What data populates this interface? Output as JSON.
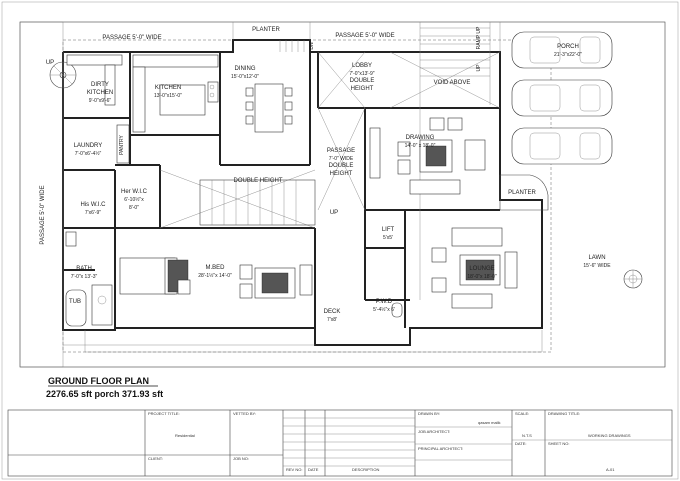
{
  "plan": {
    "title": "GROUND FLOOR PLAN",
    "area": "2276.65 sft porch 371.93 sft",
    "labels": {
      "passage_top": "PASSAGE 5'-0\" WIDE",
      "planter_top": "PLANTER",
      "passage_top_right": "PASSAGE 5'-0\" WIDE",
      "dn": "DN",
      "ramp_up": "RAMP UP",
      "up_ramp": "UP",
      "porch": "PORCH",
      "porch_dim": "21'-3\"x22'-0\"",
      "up_stair": "UP",
      "dirty_kitchen": "DIRTY",
      "dirty_kitchen2": "KITCHEN",
      "dirty_kitchen_dim": "9'-0\"x9'-6\"",
      "kitchen": "KITCHEN",
      "kitchen_dim": "13'-0\"x15'-0\"",
      "dining": "DINING",
      "dining_dim": "15'-0\"x12'-0\"",
      "lobby": "LOBBY",
      "lobby_dim": "7'-0\"x13'-9\"",
      "lobby_dh": "DOUBLE",
      "lobby_dh2": "HEIGHT",
      "void_above": "VOID ABOVE",
      "laundry": "LAUNDRY",
      "laundry_dim": "7'-0\"x6'-4½\"",
      "pantry": "PANTRY",
      "drawing": "DRAWING",
      "drawing_dim": "14'-0\" x 18'-0\"",
      "passage_mid": "PASSAGE",
      "passage_mid_dim": "7'-0\" WIDE",
      "passage_mid_dh": "DOUBLE",
      "passage_mid_dh2": "HEIGHT",
      "double_height": "DOUBLE HEIGHT",
      "his_wic": "His W.I.C",
      "his_wic_dim": "7'x6'-9\"",
      "her_wic": "Her W.I.C",
      "her_wic_dim": "6'-10½\"x",
      "her_wic_dim2": "8'-0\"",
      "up_mid": "UP",
      "planter_right": "PLANTER",
      "passage_left": "PASSAGE 5'-0\" WIDE",
      "lift": "LIFT",
      "lift_dim": "5'x5'",
      "lawn": "LAWN",
      "lawn_dim": "15'-6\" WIDE",
      "bath": "BATH",
      "bath_dim": "7'-0\"x 13'-3\"",
      "tub": "TUB",
      "mbed": "M.BED",
      "mbed_dim": "28'-1½\"x 14'-0\"",
      "lounge": "LOUNGE",
      "lounge_dim": "18'-0\"x 18'-0\"",
      "deck": "DECK",
      "deck_dim": "7'x8'",
      "pwd": "P.W.D",
      "pwd_dim": "5'-4½\"x 6'"
    }
  },
  "title_block": {
    "project_title_label": "PROJECT TITLE:",
    "project_title_value": "Residential",
    "vetted_by_label": "VETTED BY:",
    "drawn_by_label": "DRAWN BY:",
    "drawn_by_value": "qasam malik",
    "scale_label": "SCALE:",
    "scale_value": "N.T.S",
    "drawing_title_label": "DRAWING TITLE:",
    "drawing_title_value": "WORKING DRAWINGS",
    "job_architect_label": "JOB ARCHITECT:",
    "date_label": "DATE:",
    "sheet_no_label": "SHEET NO:",
    "sheet_no_value": "A-01",
    "principal_architect_label": "PRINCIPAL ARCHITECT:",
    "client_label": "CLIENT:",
    "job_no_label": "JOB NO:",
    "rev_no_label": "REV NO:",
    "date_col_label": "DATE",
    "description_label": "DESCRIPTION"
  }
}
